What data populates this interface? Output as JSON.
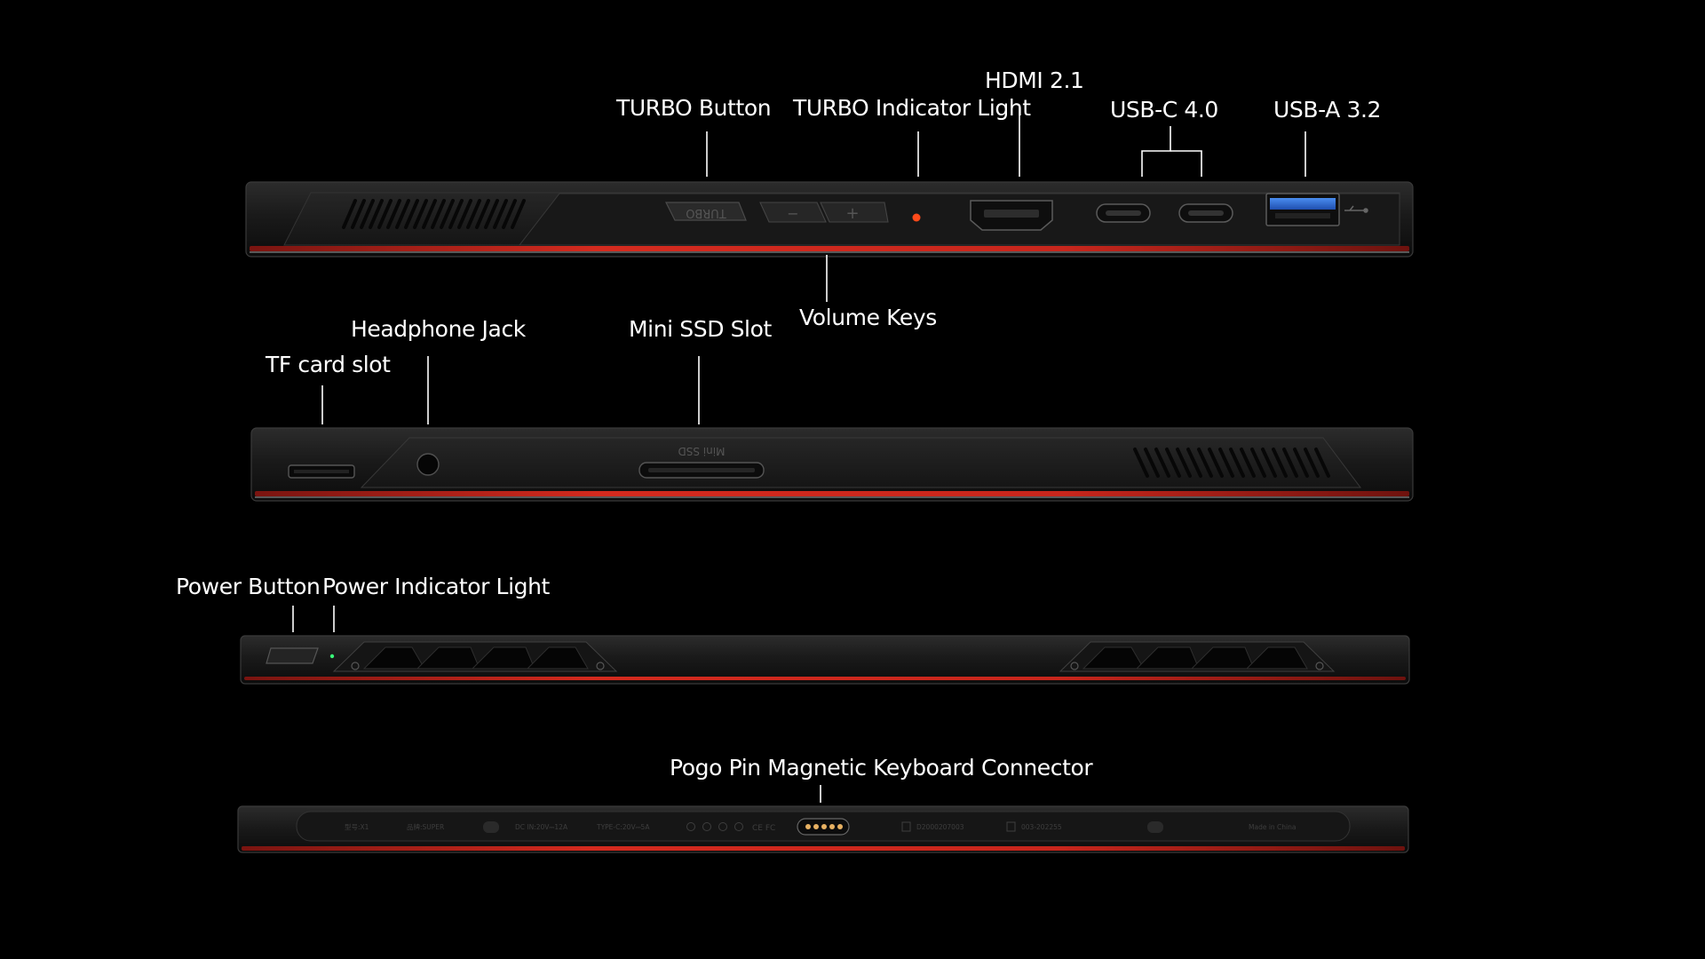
{
  "labels": {
    "turbo_button": "TURBO Button",
    "turbo_indicator": "TURBO Indicator Light",
    "hdmi": "HDMI 2.1",
    "usbc": "USB-C 4.0",
    "usba": "USB-A 3.2",
    "volume_keys": "Volume Keys",
    "headphone_jack": "Headphone Jack",
    "mini_ssd_slot": "Mini SSD Slot",
    "tf_card_slot": "TF card slot",
    "power_button": "Power Button",
    "power_indicator": "Power Indicator Light",
    "pogo_pin": "Pogo Pin Magnetic Keyboard Connector"
  },
  "device_markings": {
    "turbo_key": "TURBO",
    "volume_minus": "−",
    "volume_plus": "+",
    "mini_ssd": "Mini SSD",
    "model": "型号:X1",
    "brand": "品牌:SUPER",
    "dc_in": "DC IN:20V⎓12A",
    "type_c": "TYPE-C:20V⎓5A",
    "cert_marks": "CE FC",
    "serial_1": "D2000207003",
    "serial_2": "003-202255",
    "made_in": "Made in China"
  },
  "colors": {
    "background": "#000000",
    "label_text": "#ffffff",
    "chassis": "#1b1b1b",
    "accent_red": "#d42a1e",
    "usb_a_blue": "#2f6fd6",
    "turbo_led": "#ff4a1a",
    "power_led": "#39ff7a"
  }
}
